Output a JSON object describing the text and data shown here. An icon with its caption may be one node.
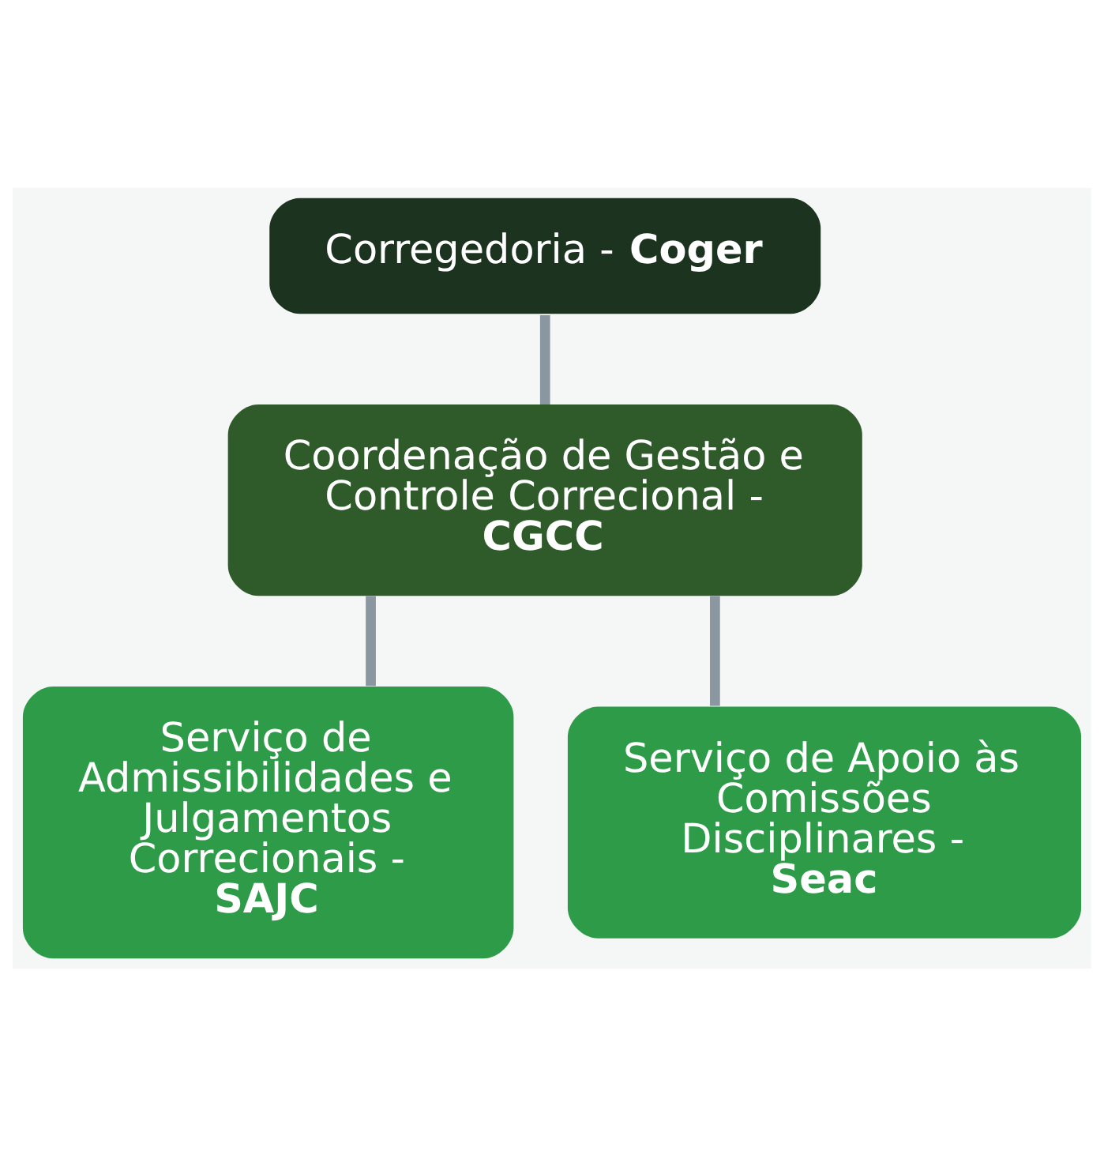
{
  "diagram": {
    "nodes": [
      {
        "text": [
          "Corregedoria - **Coger**"
        ]
      },
      {
        "text": [
          "Coordenação de Gestão e Controle Correcional - **CGCC**"
        ]
      },
      {
        "text": [
          "Serviço de Admissibilidades e Julgamentos Correcionais - **SAJC**"
        ]
      },
      {
        "text": [
          "Serviço de Apoio às Comissões Disciplinares - **Seac**"
        ]
      }
    ],
    "edges": [
      {
        "from": 0,
        "to": 1,
        "arrow": "none"
      },
      {
        "from": 1,
        "to": 2,
        "arrow": "none"
      },
      {
        "from": 1,
        "to": 3,
        "arrow": "none"
      }
    ]
  }
}
